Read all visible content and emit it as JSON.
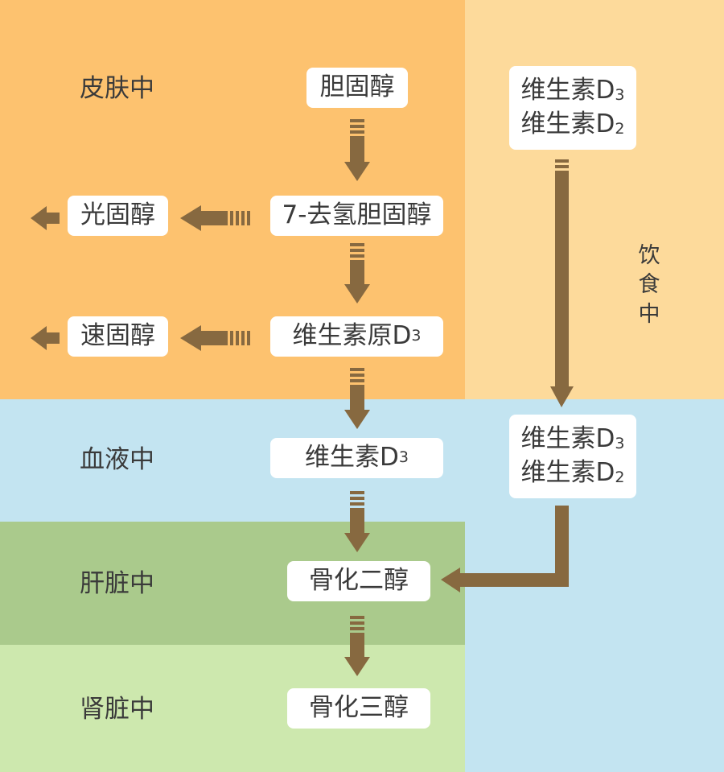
{
  "colors": {
    "skin": "#fdc26f",
    "diet": "#fdda9b",
    "blood": "#c3e4f1",
    "liver": "#aaca8c",
    "kidney": "#cde8ae",
    "arrow": "#876940",
    "box": "#ffffff",
    "text": "#3a3a3a"
  },
  "zones": {
    "skin": "皮肤中",
    "blood": "血液中",
    "liver": "肝脏中",
    "kidney": "肾脏中",
    "diet": "饮食中"
  },
  "nodes": {
    "cholesterol": "胆固醇",
    "dehydrocholesterol": "7-去氢胆固醇",
    "lumisterol": "光固醇",
    "provitamin": "维生素原D",
    "provitamin_sub": "3",
    "tachysterol": "速固醇",
    "blood_d3": "维生素D",
    "blood_d3_sub": "3",
    "calcidiol": "骨化二醇",
    "calcitriol": "骨化三醇",
    "diet_top_line1": "维生素D",
    "diet_top_line1_sub": "3",
    "diet_top_line2": "维生素D",
    "diet_top_line2_sub": "2",
    "diet_low_line1": "维生素D",
    "diet_low_line1_sub": "3",
    "diet_low_line2": "维生素D",
    "diet_low_line2_sub": "2"
  }
}
